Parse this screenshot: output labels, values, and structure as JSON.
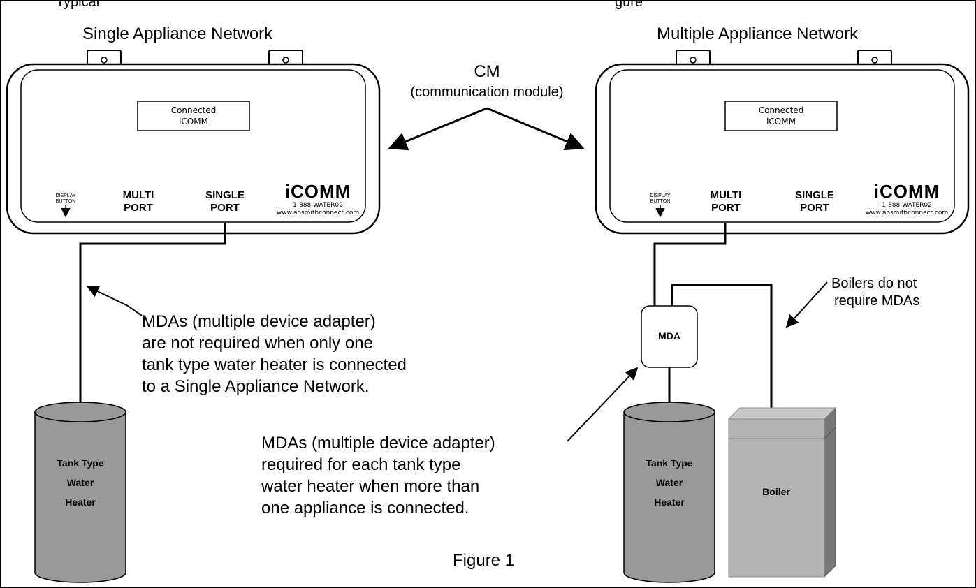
{
  "header_fragment": "Typical",
  "header_fragment_2": "gure ",
  "left_title": "Single Appliance Network",
  "right_title": "Multiple Appliance Network",
  "cm_label": "CM",
  "cm_sub": "(communication module)",
  "module": {
    "display_line1": "Connected",
    "display_line2": "iCOMM",
    "display_button_line1": "DISPLAY",
    "display_button_line2": "BUTTON",
    "multi_line1": "MULTI",
    "multi_line2": "PORT",
    "single_line1": "SINGLE",
    "single_line2": "PORT",
    "logo": "iCOMM",
    "phone": "1-888-WATER02",
    "url": "www.aosmithconnect.com"
  },
  "mda_label": "MDA",
  "tank_line1": "Tank Type",
  "tank_line2": "Water",
  "tank_line3": "Heater",
  "boiler_label": "Boiler",
  "note_left": [
    "MDAs (multiple device adapter)",
    "are not required when only one",
    "tank type water heater is connected",
    "to a Single Appliance Network."
  ],
  "note_mid": [
    "MDAs (multiple device adapter)",
    "required for each tank type",
    "water heater when more than",
    "one appliance is connected."
  ],
  "note_boiler": [
    "Boilers do not",
    "require MDAs"
  ],
  "figure_caption": "Figure 1"
}
